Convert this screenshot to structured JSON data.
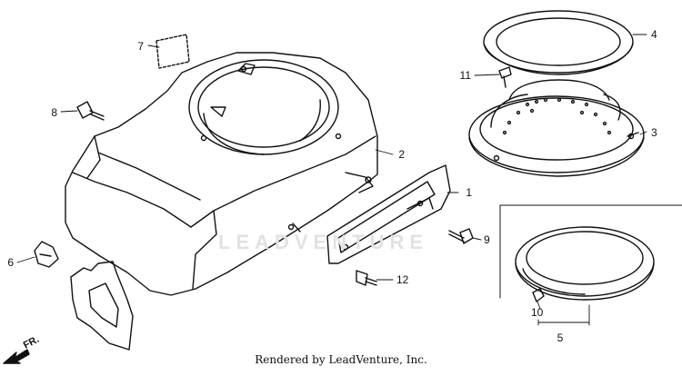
{
  "watermark": "LEADVENTURE",
  "footer": "Rendered by LeadVenture, Inc.",
  "direction_label": "FR.",
  "callouts": [
    {
      "id": "1",
      "label": "1"
    },
    {
      "id": "2",
      "label": "2"
    },
    {
      "id": "3",
      "label": "3"
    },
    {
      "id": "4",
      "label": "4"
    },
    {
      "id": "5",
      "label": "5"
    },
    {
      "id": "6",
      "label": "6"
    },
    {
      "id": "7",
      "label": "7"
    },
    {
      "id": "8",
      "label": "8"
    },
    {
      "id": "9",
      "label": "9"
    },
    {
      "id": "10",
      "label": "10"
    },
    {
      "id": "11",
      "label": "11"
    },
    {
      "id": "12",
      "label": "12"
    }
  ]
}
